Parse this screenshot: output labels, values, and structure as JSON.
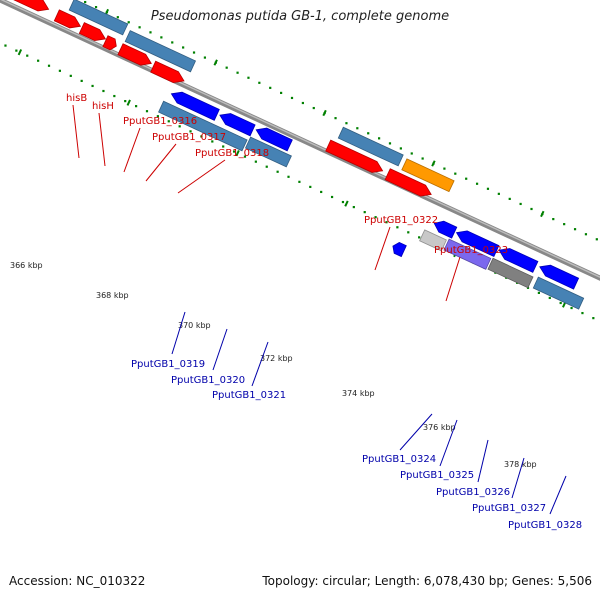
{
  "title": "Pseudomonas putida GB-1, complete genome",
  "footer": {
    "accession": "Accession: NC_010322",
    "summary": "Topology: circular; Length: 6,078,430 bp; Genes: 5,506"
  },
  "colors": {
    "forward_gene": "#ff0000",
    "reverse_gene": "#0000ff",
    "forward_label": "#cc0000",
    "reverse_label": "#0000aa",
    "cds_feature": "#4682b4",
    "orange_feature": "#ff9900",
    "purple_feature": "#7b68ee",
    "gray_feature": "#808080",
    "lightgray_feature": "#c8c8c8",
    "backbone": "#888888",
    "tick": "#008000"
  },
  "scale_labels": [
    "366 kbp",
    "368 kbp",
    "370 kbp",
    "372 kbp",
    "374 kbp",
    "376 kbp",
    "378 kbp"
  ],
  "forward_labels": [
    "hisB",
    "hisH",
    "PputGB1_0316",
    "PputGB1_0317",
    "PputGB1_0318",
    "PputGB1_0322",
    "PputGB1_0323"
  ],
  "reverse_labels": [
    "PputGB1_0319",
    "PputGB1_0320",
    "PputGB1_0321",
    "PputGB1_0324",
    "PputGB1_0325",
    "PputGB1_0326",
    "PputGB1_0327",
    "PputGB1_0328"
  ]
}
